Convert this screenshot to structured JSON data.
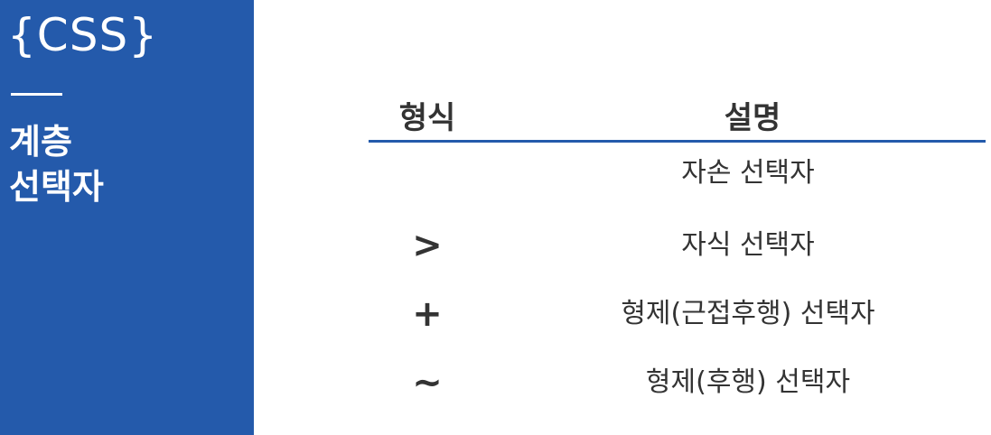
{
  "sidebar": {
    "brand": "{CSS}",
    "title_line1": "계층",
    "title_line2": "선택자"
  },
  "table": {
    "headers": {
      "format": "형식",
      "description": "설명"
    },
    "rows": [
      {
        "format": "",
        "description": "자손 선택자"
      },
      {
        "format": ">",
        "description": "자식 선택자"
      },
      {
        "format": "+",
        "description": "형제(근접후행) 선택자"
      },
      {
        "format": "~",
        "description": "형제(후행) 선택자"
      }
    ]
  },
  "colors": {
    "sidebar_bg": "#245aab",
    "header_rule": "#245aab",
    "text": "#333333"
  }
}
